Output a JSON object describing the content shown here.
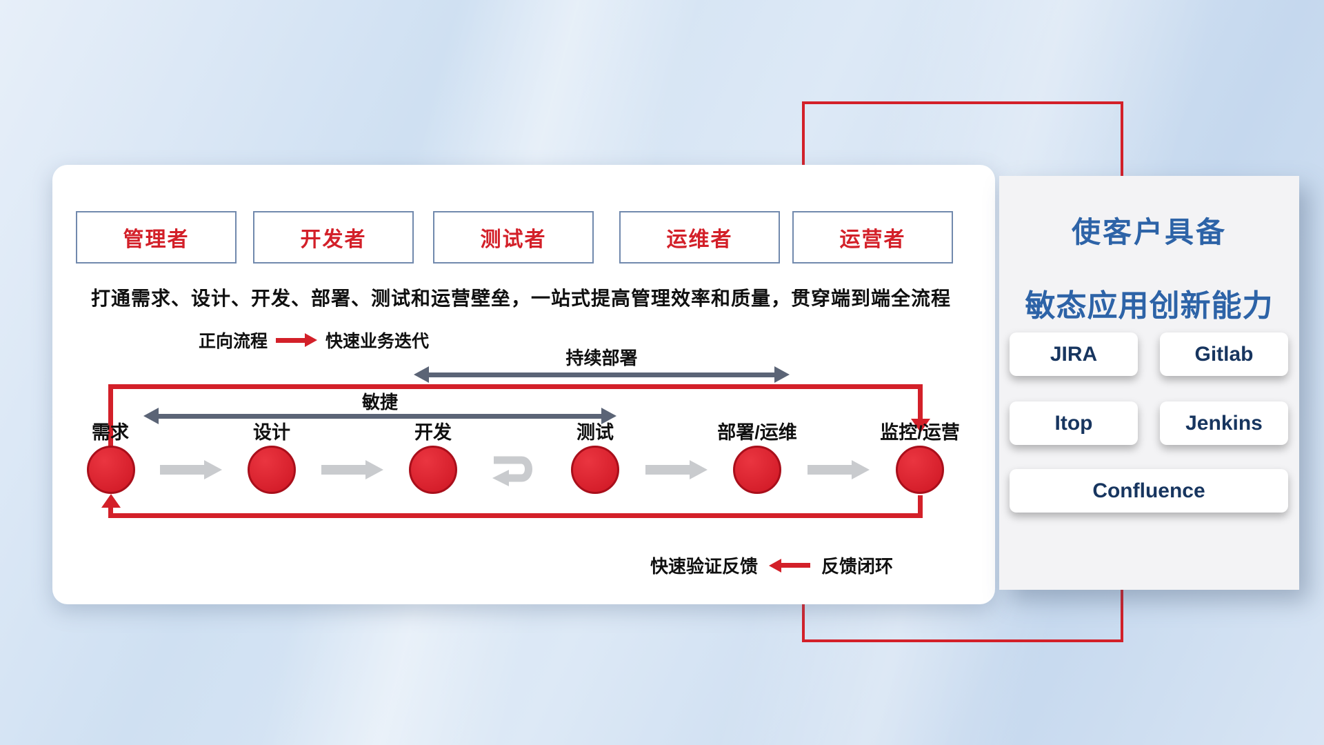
{
  "main": {
    "roles": [
      {
        "label": "管理者"
      },
      {
        "label": "开发者"
      },
      {
        "label": "测试者"
      },
      {
        "label": "运维者"
      },
      {
        "label": "运营者"
      }
    ],
    "headline": "打通需求、设计、开发、部署、测试和运营壁垒，一站式提高管理效率和质量，贯穿端到端全流程",
    "legend_forward": {
      "label": "正向流程",
      "desc": "快速业务迭代"
    },
    "legend_feedback": {
      "desc": "快速验证反馈",
      "label": "反馈闭环"
    },
    "span_arrows": {
      "continuous_deployment": "持续部署",
      "agile": "敏捷"
    },
    "stages": [
      {
        "label": "需求"
      },
      {
        "label": "设计"
      },
      {
        "label": "开发"
      },
      {
        "label": "测试"
      },
      {
        "label": "部署/运维"
      },
      {
        "label": "监控/运营"
      }
    ]
  },
  "right_panel": {
    "title_line1": "使客户具备",
    "title_line2": "敏态应用创新能力",
    "tools": [
      {
        "name": "JIRA"
      },
      {
        "name": "Gitlab"
      },
      {
        "name": "Itop"
      },
      {
        "name": "Jenkins"
      },
      {
        "name": "Confluence"
      }
    ]
  },
  "colors": {
    "accent_red": "#d32029",
    "accent_blue": "#2d63a7",
    "arrow_dark": "#5b6476",
    "arrow_light": "#c9cbce"
  }
}
